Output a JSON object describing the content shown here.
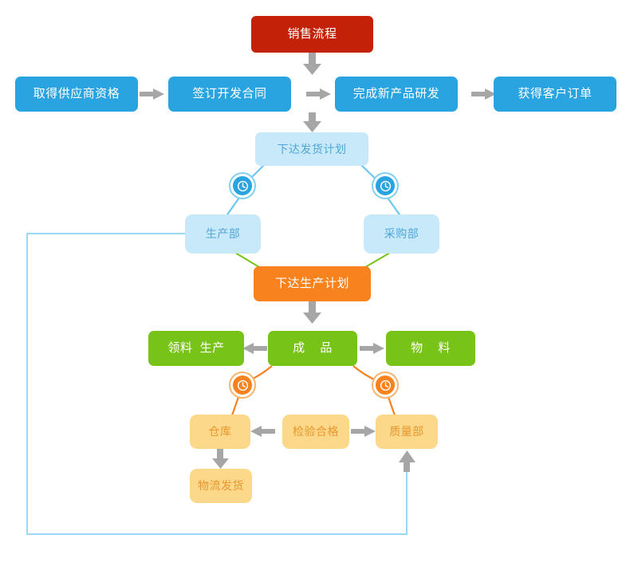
{
  "diagram": {
    "title_node": {
      "label": "销售流程",
      "color": "#C32208"
    },
    "row_supply": [
      {
        "label": "取得供应商资格",
        "color": "#2AA4E0"
      },
      {
        "label": "签订开发合同",
        "color": "#2AA4E0"
      },
      {
        "label": "完成新产品研发",
        "color": "#2AA4E0"
      },
      {
        "label": "获得客户订单",
        "color": "#2AA4E0"
      }
    ],
    "ship_plan": {
      "label": "下达发货计划",
      "color": "#C8E9FA"
    },
    "departments": [
      {
        "label": "生产部",
        "color": "#C8E9FA"
      },
      {
        "label": "采购部",
        "color": "#C8E9FA"
      }
    ],
    "production_plan": {
      "label": "下达生产计划",
      "color": "#F7821E"
    },
    "row_production": [
      {
        "label": "领料  生产",
        "color": "#78C318"
      },
      {
        "label": "成    品",
        "color": "#78C318"
      },
      {
        "label": "物    料",
        "color": "#78C318"
      }
    ],
    "row_quality": [
      {
        "label": "仓库",
        "color": "#FCD88A"
      },
      {
        "label": "检验合格",
        "color": "#FCD88A"
      },
      {
        "label": "质量部",
        "color": "#FCD88A"
      }
    ],
    "shipping": {
      "label": "物流发货",
      "color": "#FCD88A"
    },
    "badges": [
      {
        "name": "clock-badge-production",
        "color": "#2AA4E0"
      },
      {
        "name": "clock-badge-purchasing",
        "color": "#2AA4E0"
      },
      {
        "name": "clock-badge-warehouse",
        "color": "#F7821E"
      },
      {
        "name": "clock-badge-quality",
        "color": "#F7821E"
      }
    ],
    "colors": {
      "arrow_gray": "#A6A6A6",
      "connector_blue": "#6EC6EE",
      "connector_green": "#78C318",
      "connector_orange": "#F7821E",
      "loop_line": "#9AD9F2"
    }
  }
}
